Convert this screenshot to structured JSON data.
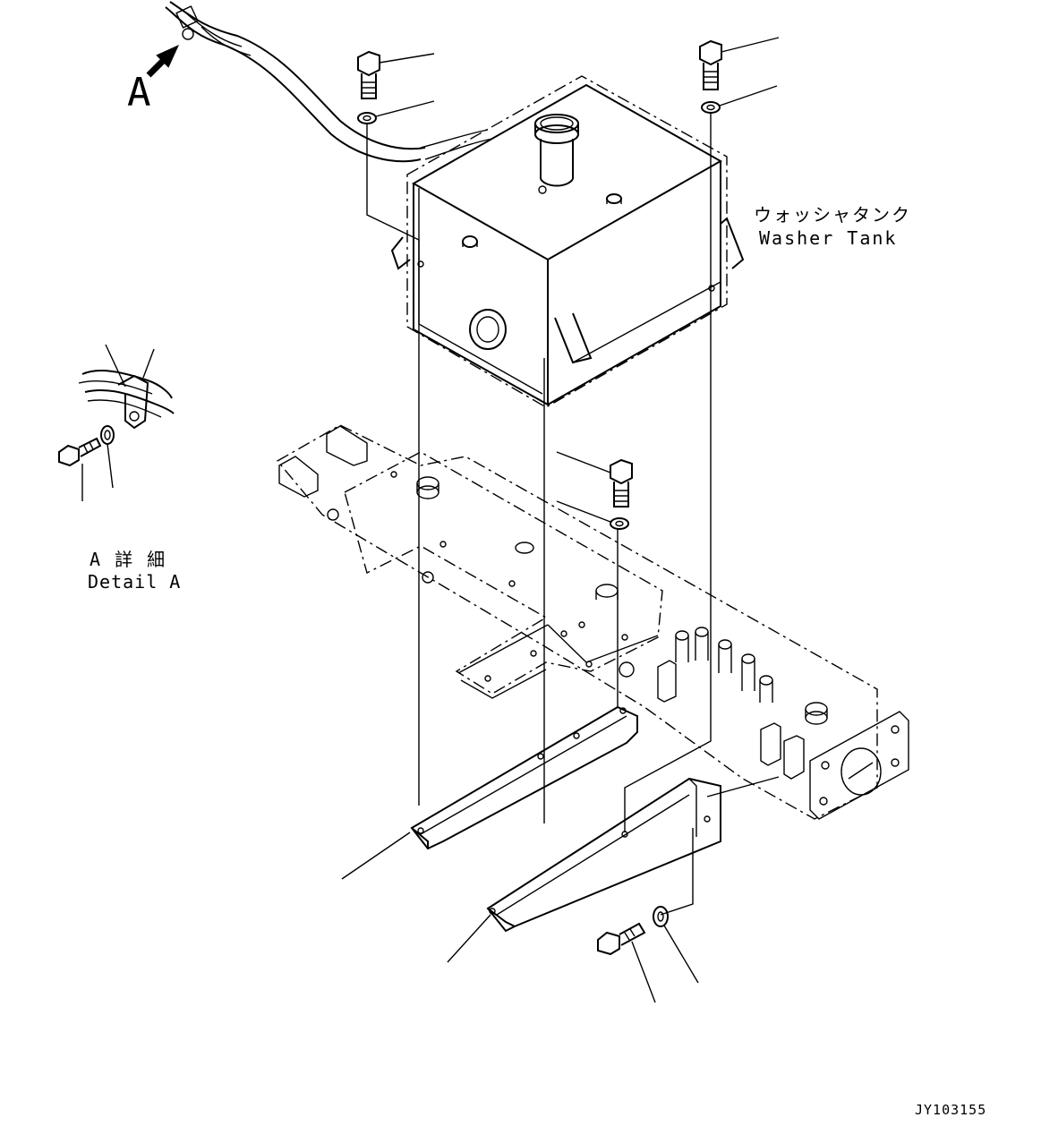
{
  "labels": {
    "view_marker": "A",
    "tank_jp": "ウォッシャタンク",
    "tank_en": "Washer Tank",
    "detail_jp": "A 詳 細",
    "detail_en": "Detail A",
    "drawing_number": "JY103155"
  }
}
